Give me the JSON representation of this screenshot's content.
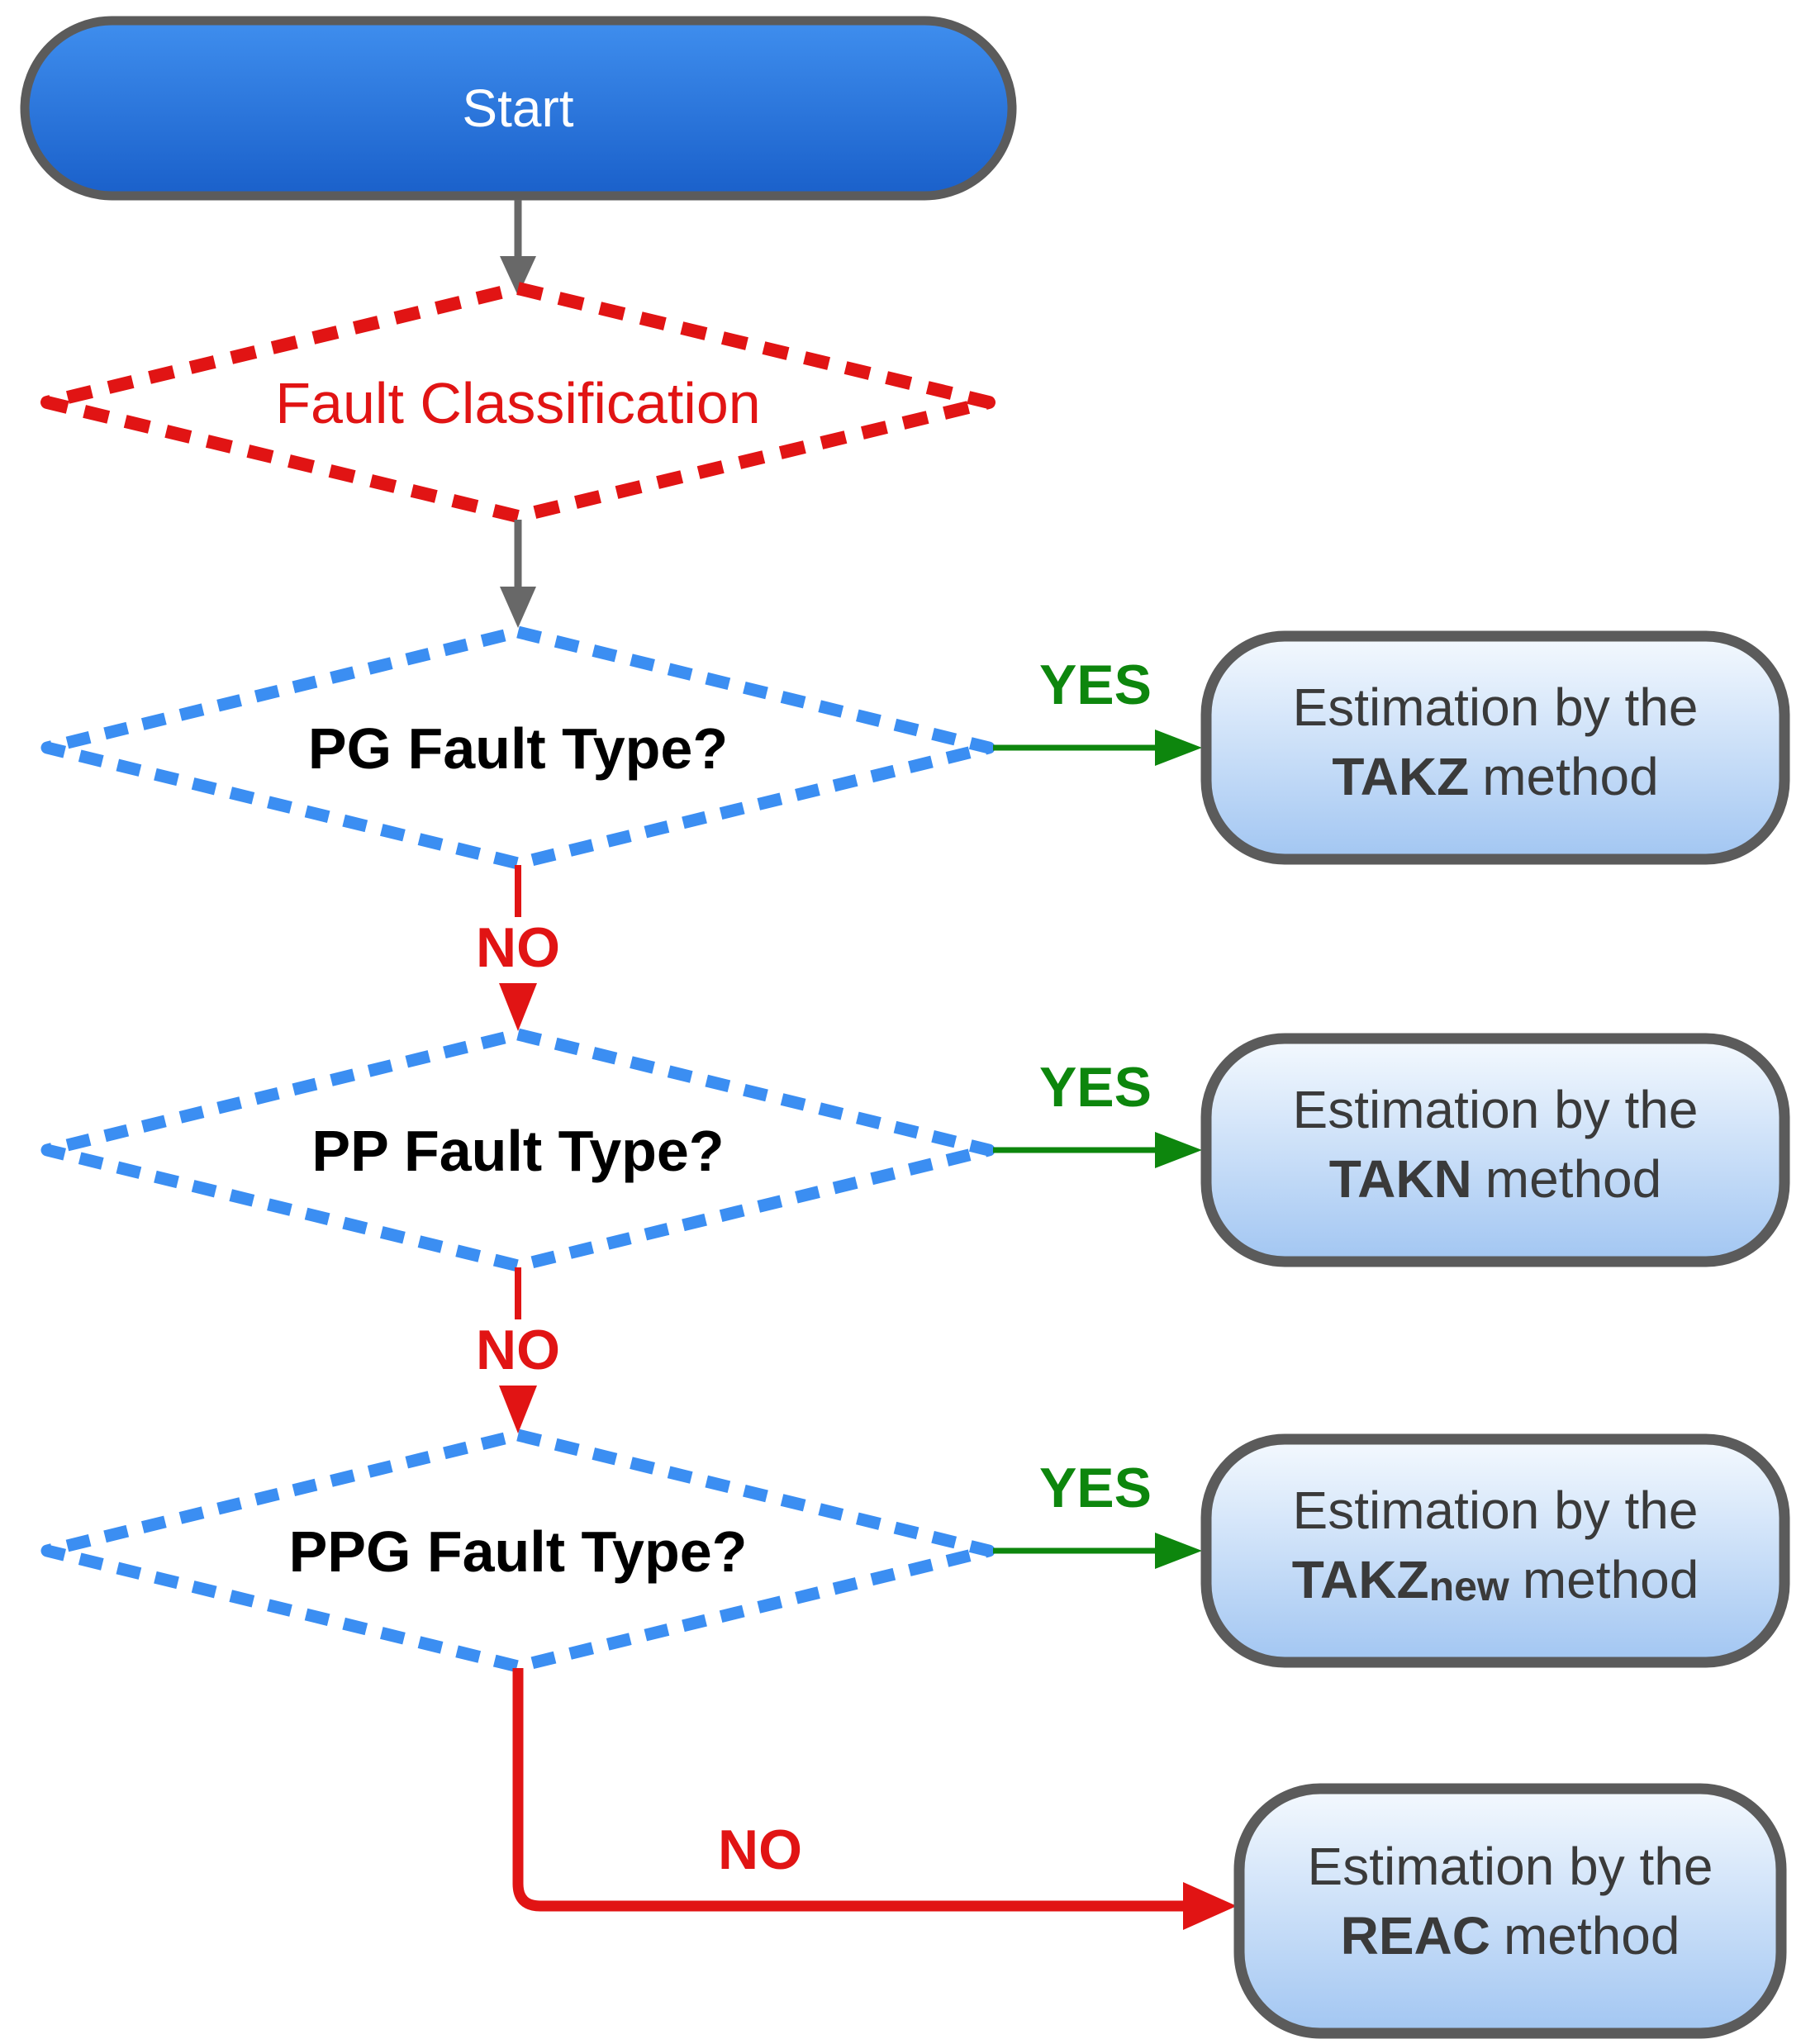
{
  "flowchart": {
    "start": {
      "label": "Start"
    },
    "classification": {
      "label": "Fault Classification"
    },
    "decisions": [
      {
        "label": "PG Fault Type?",
        "yes": "YES",
        "no": "NO"
      },
      {
        "label": "PP Fault Type?",
        "yes": "YES",
        "no": "NO"
      },
      {
        "label": "PPG Fault Type?",
        "yes": "YES",
        "no": "NO"
      }
    ],
    "outcomes": [
      {
        "line1": "Estimation by the",
        "method": "TAKZ",
        "suffix": "method"
      },
      {
        "line1": "Estimation by the",
        "method": "TAKN",
        "suffix": "method"
      },
      {
        "line1": "Estimation by the",
        "method": "TAKZ",
        "subscript": "new",
        "suffix": "method"
      },
      {
        "line1": "Estimation by the",
        "method": "REAC",
        "suffix": "method"
      }
    ],
    "colors": {
      "start_fill_top": "#3f8eee",
      "start_fill_bottom": "#1a60ca",
      "outcome_fill_top": "#f4f9fe",
      "outcome_fill_bottom": "#a2c6f2",
      "node_border_gray": "#5b5b5b",
      "arrow_gray": "#686868",
      "decision_dash_blue": "#3b8ef2",
      "classification_red": "#e11414",
      "yes_green": "#0d860d",
      "no_red": "#e11414",
      "start_text": "#ffffff",
      "outcome_text": "#3a3a3a"
    }
  }
}
